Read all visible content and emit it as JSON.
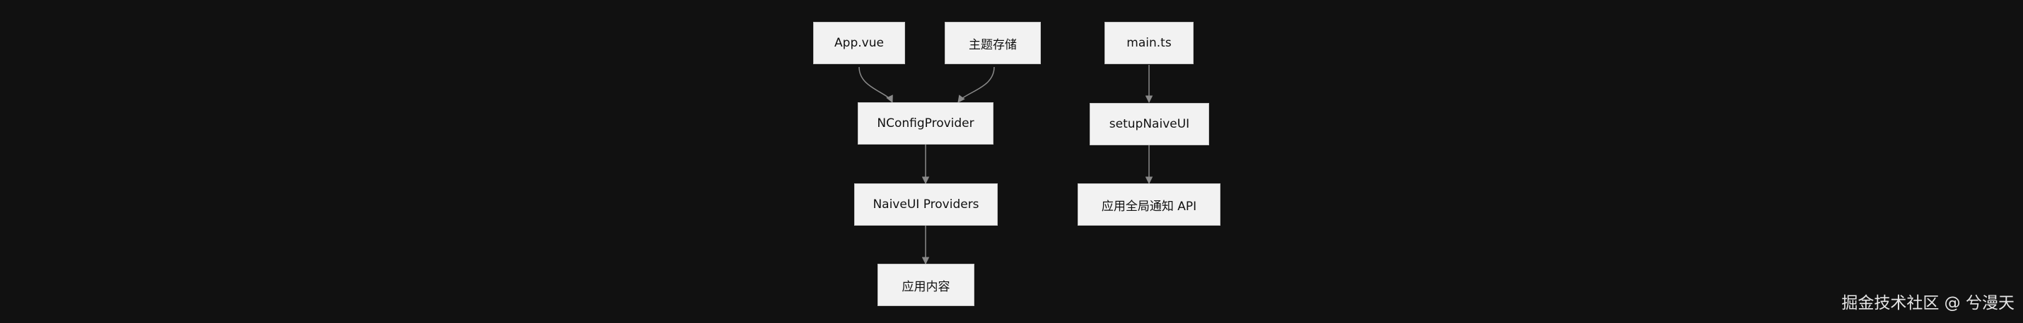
{
  "nodes": {
    "app_vue": "App.vue",
    "theme_store": "主题存储",
    "main_ts": "main.ts",
    "nconfig_provider": "NConfigProvider",
    "setup_naive_ui": "setupNaiveUI",
    "naive_ui_providers": "NaiveUI Providers",
    "global_notify_api": "应用全局通知 API",
    "app_content": "应用内容"
  },
  "edges": [
    [
      "app_vue",
      "nconfig_provider"
    ],
    [
      "theme_store",
      "nconfig_provider"
    ],
    [
      "nconfig_provider",
      "naive_ui_providers"
    ],
    [
      "naive_ui_providers",
      "app_content"
    ],
    [
      "main_ts",
      "setup_naive_ui"
    ],
    [
      "setup_naive_ui",
      "global_notify_api"
    ]
  ],
  "watermark": "掘金技术社区 @ 兮漫天",
  "colors": {
    "background": "#111111",
    "node_fill": "#f2f2f2",
    "node_border": "#c9c9c9",
    "edge": "#8a8a8a"
  }
}
